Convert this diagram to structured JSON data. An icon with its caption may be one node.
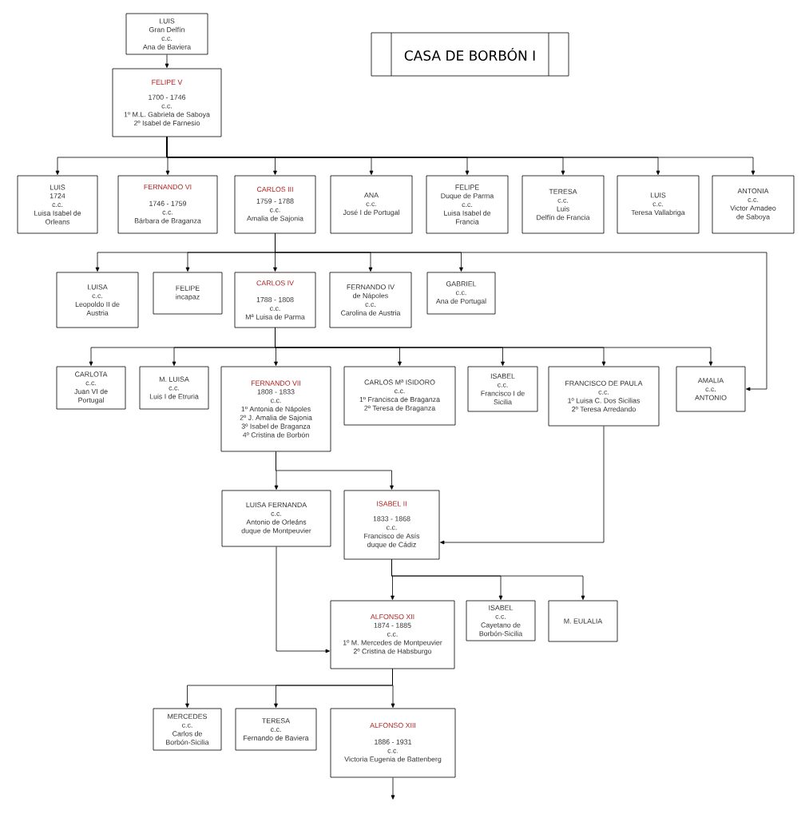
{
  "diagram": {
    "title": "CASA DE BORBÓN I",
    "nodes": [
      {
        "text": [
          "LUIS",
          "Gran Delfín",
          "c.c.",
          "Ana de Baviera"
        ]
      },
      {
        "text": [
          "FELIPE V",
          "1700 - 1746",
          "c.c.",
          "1º M.L. Gabriela de Saboya",
          "2º Isabel de Farnesio"
        ]
      },
      {
        "text": [
          "LUIS",
          "1724",
          "c.c.",
          "Luisa Isabel de",
          "Orleans"
        ]
      },
      {
        "text": [
          "FERNANDO VI",
          "1746 - 1759",
          "c.c.",
          "Bárbara de Braganza"
        ]
      },
      {
        "text": [
          "CARLOS III",
          "1759 - 1788",
          "c.c.",
          "Amalia de Sajonia"
        ]
      },
      {
        "text": [
          "ANA",
          "c.c.",
          "José I de Portugal"
        ]
      },
      {
        "text": [
          "FELIPE",
          "Duque de Parma",
          "c.c.",
          "Luisa Isabel de",
          "Francia"
        ]
      },
      {
        "text": [
          "TERESA",
          "c.c.",
          "Luis",
          "Delfín de Francia"
        ]
      },
      {
        "text": [
          "LUIS",
          "c.c.",
          "Teresa Vallabriga"
        ]
      },
      {
        "text": [
          "ANTONIA",
          "c.c.",
          "Victor Amadeo",
          "de Saboya"
        ]
      },
      {
        "text": [
          "LUISA",
          "c.c.",
          "Leopoldo II de",
          "Austria"
        ]
      },
      {
        "text": [
          "FELIPE",
          "incapaz"
        ]
      },
      {
        "text": [
          "CARLOS IV",
          "1788 - 1808",
          "c.c.",
          "Mª Luisa de Parma"
        ]
      },
      {
        "text": [
          "FERNANDO IV",
          "de Nápoles",
          "c.c.",
          "Carolina de Austria"
        ]
      },
      {
        "text": [
          "GABRIEL",
          "c.c.",
          "Ana de Portugal"
        ]
      },
      {
        "text": [
          "CARLOTA",
          "c.c.",
          "Juan VI de",
          "Portugal"
        ]
      },
      {
        "text": [
          "M. LUISA",
          "c.c.",
          "Luis I de Etruria"
        ]
      },
      {
        "text": [
          "FERNANDO VII",
          "1808 - 1833",
          "c.c.",
          "1º Antonia de Nápoles",
          "2º J. Amalia de Sajonia",
          "3º Isabel de Braganza",
          "4º Cristina de Borbón"
        ]
      },
      {
        "text": [
          "CARLOS Mª ISIDORO",
          "c.c.",
          "1º Francisca de Braganza",
          "2º Teresa de Braganza"
        ]
      },
      {
        "text": [
          "ISABEL",
          "c.c.",
          "Francisco I de",
          "Sicilia"
        ]
      },
      {
        "text": [
          "FRANCISCO DE PAULA",
          "c.c.",
          "1º Luisa C. Dos Sicilias",
          "2º Teresa Arredando"
        ]
      },
      {
        "text": [
          "AMALIA",
          "c.c.",
          "ANTONIO"
        ]
      },
      {
        "text": [
          "LUISA FERNANDA",
          "c.c.",
          "Antonio de Orleáns",
          "duque de Montpeuvier"
        ]
      },
      {
        "text": [
          "ISABEL II",
          "1833 - 1868",
          "c.c.",
          "Francisco de Asís",
          "duque de Cádiz"
        ]
      },
      {
        "text": [
          "ALFONSO XII",
          "1874 - 1885",
          "c.c.",
          "1º M. Mercedes de Montpeuvier",
          "2º Cristina de Habsburgo"
        ]
      },
      {
        "text": [
          "ISABEL",
          "c.c.",
          "Cayetano de",
          "Borbón-Sicilia"
        ]
      },
      {
        "text": [
          "M. EULALIA"
        ]
      },
      {
        "text": [
          "MERCEDES",
          "c.c.",
          "Carlos de",
          "Borbón-Sicilia"
        ]
      },
      {
        "text": [
          "TERESA",
          "c.c.",
          "Fernando de Baviera"
        ]
      },
      {
        "text": [
          "ALFONSO XIII",
          "1886 - 1931",
          "c.c.",
          "Victoria Eugenia de Battenberg"
        ]
      }
    ],
    "edges": [
      {
        "from": 0,
        "to": 1,
        "arrow": "to"
      },
      {
        "from": 1,
        "to": 2,
        "arrow": "to"
      },
      {
        "from": 1,
        "to": 3,
        "arrow": "to"
      },
      {
        "from": 1,
        "to": 4,
        "arrow": "to"
      },
      {
        "from": 1,
        "to": 5,
        "arrow": "to"
      },
      {
        "from": 1,
        "to": 6,
        "arrow": "to"
      },
      {
        "from": 1,
        "to": 7,
        "arrow": "to"
      },
      {
        "from": 1,
        "to": 8,
        "arrow": "to"
      },
      {
        "from": 1,
        "to": 9,
        "arrow": "to"
      },
      {
        "from": 4,
        "to": 10,
        "arrow": "to"
      },
      {
        "from": 4,
        "to": 11,
        "arrow": "to"
      },
      {
        "from": 4,
        "to": 12,
        "arrow": "to"
      },
      {
        "from": 4,
        "to": 13,
        "arrow": "to"
      },
      {
        "from": 4,
        "to": 14,
        "arrow": "to"
      },
      {
        "from": 4,
        "to": 21,
        "arrow": "to"
      },
      {
        "from": 12,
        "to": 15,
        "arrow": "to"
      },
      {
        "from": 12,
        "to": 16,
        "arrow": "to"
      },
      {
        "from": 12,
        "to": 17,
        "arrow": "to"
      },
      {
        "from": 12,
        "to": 18,
        "arrow": "to"
      },
      {
        "from": 12,
        "to": 19,
        "arrow": "to"
      },
      {
        "from": 12,
        "to": 20,
        "arrow": "to"
      },
      {
        "from": 12,
        "to": 21,
        "arrow": "to"
      },
      {
        "from": 17,
        "to": 22,
        "arrow": "to"
      },
      {
        "from": 17,
        "to": 23,
        "arrow": "to"
      },
      {
        "from": 20,
        "to": 23,
        "arrow": "to"
      },
      {
        "from": 23,
        "to": 24,
        "arrow": "to"
      },
      {
        "from": 23,
        "to": 25,
        "arrow": "to"
      },
      {
        "from": 23,
        "to": 26,
        "arrow": "to"
      },
      {
        "from": 22,
        "to": 24,
        "arrow": "to"
      },
      {
        "from": 24,
        "to": 27,
        "arrow": "to"
      },
      {
        "from": 24,
        "to": 28,
        "arrow": "to"
      },
      {
        "from": 24,
        "to": 29,
        "arrow": "to"
      },
      {
        "from": 29,
        "to": null,
        "arrow": "to"
      }
    ]
  }
}
